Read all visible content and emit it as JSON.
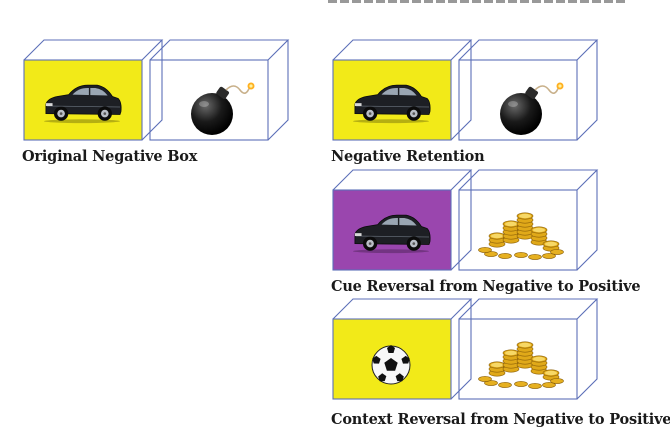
{
  "colors": {
    "box_line": "#5c6fb8",
    "panel_yellow": "#f2ea18",
    "panel_purple": "#9a46ae"
  },
  "icons": {
    "car": "car-icon",
    "bomb": "bomb-icon",
    "coins": "gold-coins-icon",
    "ball": "soccer-ball-icon"
  },
  "panels": [
    {
      "id": "original-negative",
      "caption": "Original Negative Box",
      "front_color": "#f2ea18",
      "front_icon": "car-icon",
      "side_icon": "bomb-icon"
    },
    {
      "id": "negative-retention",
      "caption": "Negative Retention",
      "front_color": "#f2ea18",
      "front_icon": "car-icon",
      "side_icon": "bomb-icon"
    },
    {
      "id": "cue-reversal",
      "caption": "Cue Reversal from Negative to Positive",
      "front_color": "#9a46ae",
      "front_icon": "car-icon",
      "side_icon": "gold-coins-icon"
    },
    {
      "id": "context-reversal",
      "caption": "Context Reversal from Negative to Positive",
      "front_color": "#f2ea18",
      "front_icon": "soccer-ball-icon",
      "side_icon": "gold-coins-icon"
    }
  ]
}
